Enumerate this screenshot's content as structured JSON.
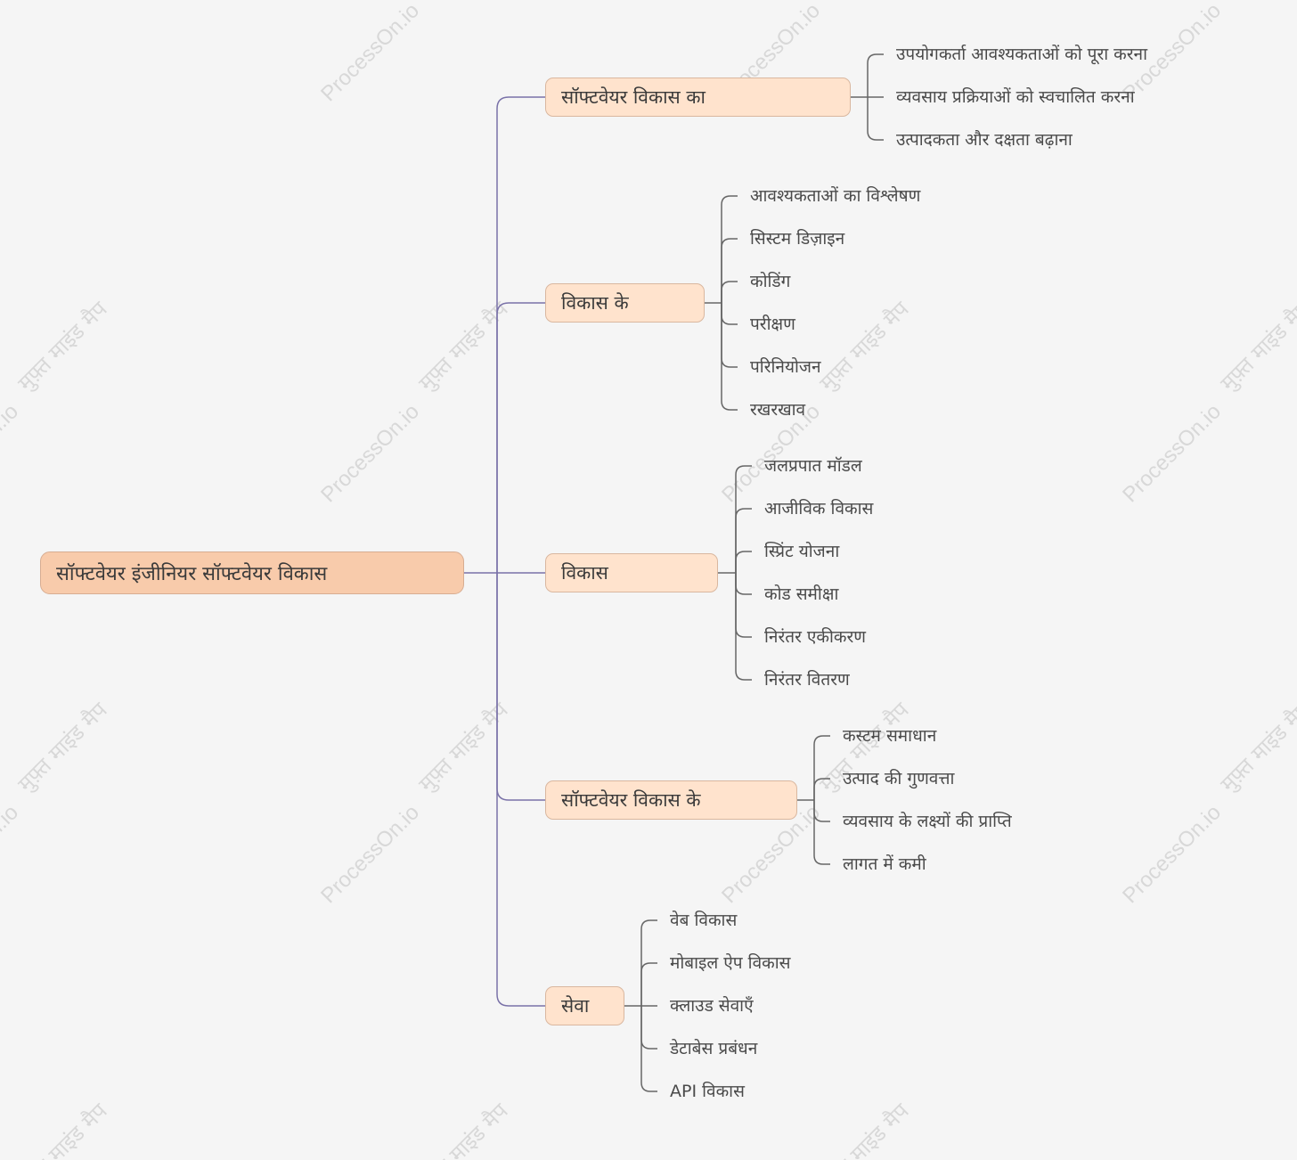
{
  "watermark": {
    "brand_text": "ProcessOn.io",
    "free_map_text": "मुफ़्त माइंड मैप"
  },
  "root": {
    "label": "सॉफ्टवेयर इंजीनियर सॉफ्टवेयर विकास"
  },
  "branches": [
    {
      "label": "सॉफ्टवेयर विकास का",
      "children": [
        "उपयोगकर्ता आवश्यकताओं को पूरा करना",
        "व्यवसाय प्रक्रियाओं को स्वचालित करना",
        "उत्पादकता और दक्षता बढ़ाना"
      ]
    },
    {
      "label": "विकास के",
      "children": [
        "आवश्यकताओं का विश्लेषण",
        "सिस्टम डिज़ाइन",
        "कोडिंग",
        "परीक्षण",
        "परिनियोजन",
        "रखरखाव"
      ]
    },
    {
      "label": "विकास",
      "children": [
        "जलप्रपात मॉडल",
        "आजीविक विकास",
        "स्प्रिंट योजना",
        "कोड समीक्षा",
        "निरंतर एकीकरण",
        "निरंतर वितरण"
      ]
    },
    {
      "label": "सॉफ्टवेयर विकास के",
      "children": [
        "कस्टम समाधान",
        "उत्पाद की गुणवत्ता",
        "व्यवसाय के लक्ष्यों की प्राप्ति",
        "लागत में कमी"
      ]
    },
    {
      "label": "सेवा",
      "children": [
        "वेब विकास",
        "मोबाइल ऐप विकास",
        "क्लाउड सेवाएँ",
        "डेटाबेस प्रबंधन",
        "API विकास"
      ]
    }
  ],
  "colors": {
    "root_fill": "#f8cbab",
    "branch_fill": "#ffe3cd",
    "main_connector": "#7a72a8",
    "leaf_connector": "#555555"
  }
}
